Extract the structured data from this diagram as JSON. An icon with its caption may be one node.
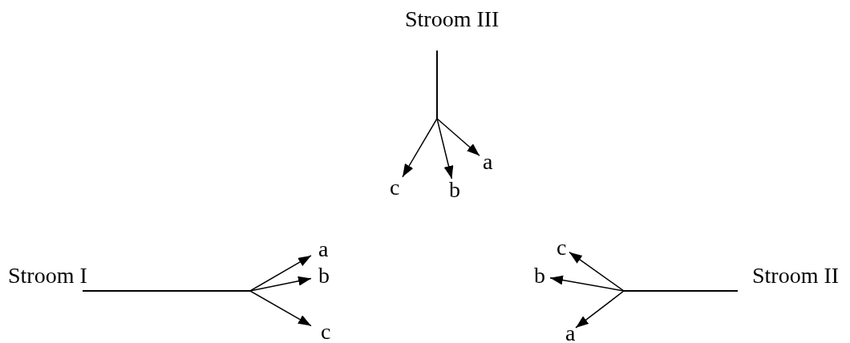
{
  "diagram": {
    "nodes": [
      {
        "text": [
          "Stroom III"
        ]
      },
      {
        "text": [
          "c"
        ]
      },
      {
        "text": [
          "b"
        ]
      },
      {
        "text": [
          "a"
        ]
      },
      {
        "text": [
          "Stroom I"
        ]
      },
      {
        "text": [
          "a"
        ]
      },
      {
        "text": [
          "b"
        ]
      },
      {
        "text": [
          "c"
        ]
      },
      {
        "text": [
          "c"
        ]
      },
      {
        "text": [
          "b"
        ]
      },
      {
        "text": [
          "a"
        ]
      },
      {
        "text": [
          "Stroom II"
        ]
      }
    ],
    "edges": [
      {
        "from": 0,
        "to": 1,
        "arrow": "to"
      },
      {
        "from": 0,
        "to": 2,
        "arrow": "to"
      },
      {
        "from": 0,
        "to": 3,
        "arrow": "to"
      },
      {
        "from": 4,
        "to": 5,
        "arrow": "to"
      },
      {
        "from": 4,
        "to": 6,
        "arrow": "to"
      },
      {
        "from": 4,
        "to": 7,
        "arrow": "to"
      },
      {
        "from": 11,
        "to": 8,
        "arrow": "to"
      },
      {
        "from": 11,
        "to": 9,
        "arrow": "to"
      },
      {
        "from": 11,
        "to": 10,
        "arrow": "to"
      }
    ]
  }
}
